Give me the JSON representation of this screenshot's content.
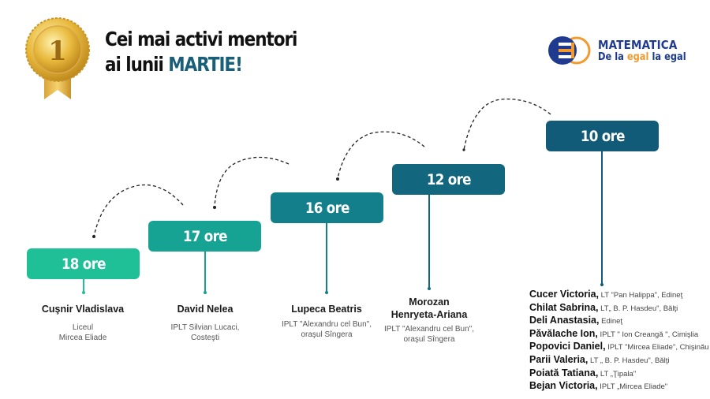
{
  "header": {
    "title_line1": "Cei mai activi mentori",
    "title_line2_prefix": "ai lunii ",
    "title_line2_highlight": "MARTIE!",
    "medal_icon": "gold-medal-number-1",
    "medal_number": "1"
  },
  "logo": {
    "line1": "MATEMATICA",
    "line2_part1": "De la ",
    "line2_part2": "egal",
    "line2_part3": " la egal"
  },
  "colors": {
    "step1": "#1fbf97",
    "step2": "#16a394",
    "step3": "#127f8a",
    "step4": "#12677f",
    "step5": "#115a78",
    "title_highlight": "#1a5f7a",
    "logo_blue": "#1f3a8f",
    "logo_orange": "#f29a2e"
  },
  "steps": [
    {
      "hours": "18 ore",
      "name": "Cuşnir Vladislava",
      "school_line1": "Liceul",
      "school_line2": "Mircea Eliade"
    },
    {
      "hours": "17 ore",
      "name": "David Nelea",
      "school_line1": "IPLT Silvian Lucaci,",
      "school_line2": "Costeşti"
    },
    {
      "hours": "16 ore",
      "name": "Lupeca Beatris",
      "school_line1": "IPLT \"Alexandru cel Bun\",",
      "school_line2": "oraşul Sîngera"
    },
    {
      "hours": "12 ore",
      "name_line1": "Morozan",
      "name_line2": "Henryeta-Ariana",
      "school_line1": "IPLT \"Alexandru cel Bun\",",
      "school_line2": "oraşul Sîngera"
    },
    {
      "hours": "10 ore"
    }
  ],
  "ten_hours_list": [
    {
      "name": "Cucer Victoria,",
      "detail": " LT \"Pan Halippa\", Edineţ"
    },
    {
      "name": "Chilat Sabrina,",
      "detail": " LT„ B. P. Hasdeu\", Bălţi"
    },
    {
      "name": "Deli Anastasia,",
      "detail": " Edineţ"
    },
    {
      "name": "Pǎvălache Ion,",
      "detail": " IPLT \" Ion Creangă \", Cimişlia"
    },
    {
      "name": "Popovici Daniel,",
      "detail": " IPLT \"Mircea Eliade\", Chişinău"
    },
    {
      "name": "Parii Valeria,",
      "detail": " LT „ B. P. Hasdeu\", Bălţi"
    },
    {
      "name": "Poiată Tatiana,",
      "detail": " LT „Ţipala\""
    },
    {
      "name": "Bejan Victoria,",
      "detail": " IPLT „Mircea Eliade\""
    }
  ]
}
